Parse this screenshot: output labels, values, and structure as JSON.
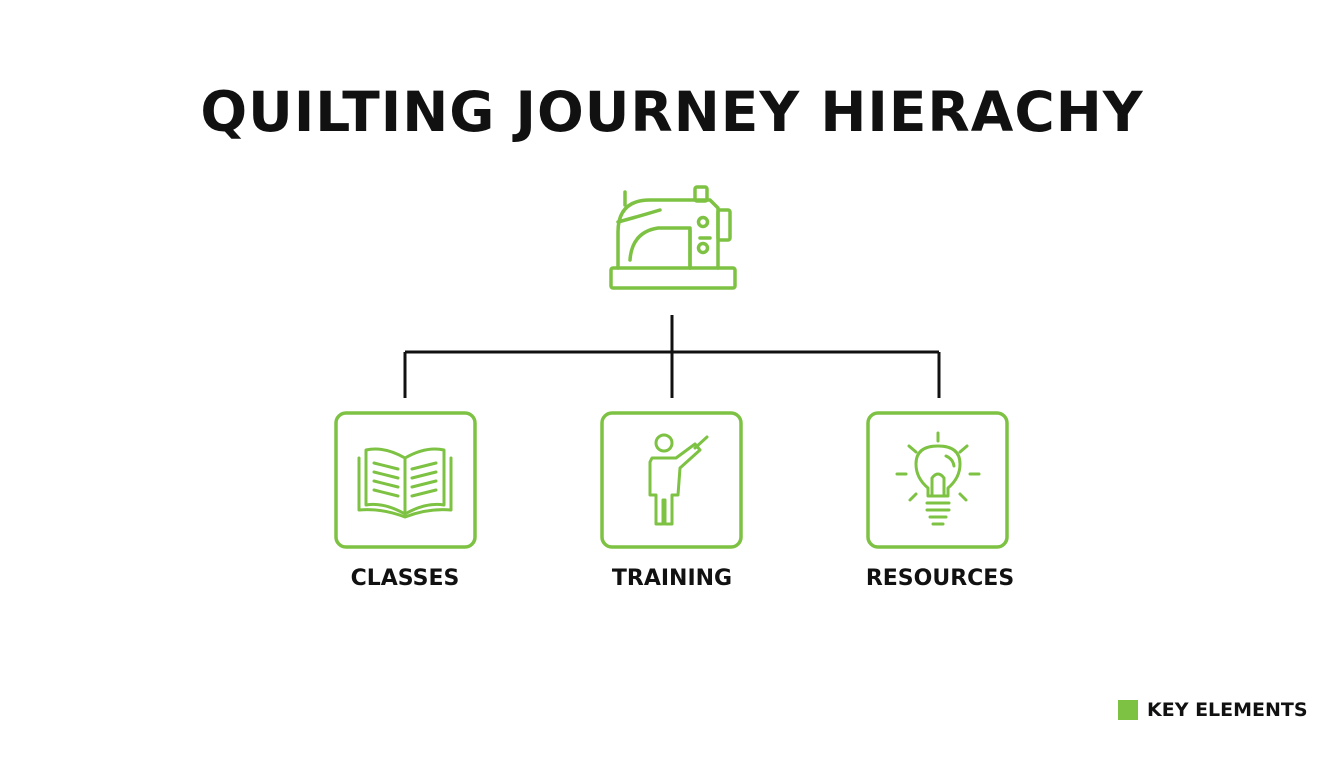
{
  "title": "QUILTING JOURNEY HIERACHY",
  "root": {
    "icon": "sewing-machine-icon"
  },
  "children": [
    {
      "label": "CLASSES",
      "icon": "open-book-icon"
    },
    {
      "label": "TRAINING",
      "icon": "instructor-pointing-icon"
    },
    {
      "label": "RESOURCES",
      "icon": "lightbulb-icon"
    }
  ],
  "legend": {
    "label": "KEY ELEMENTS",
    "color": "#7DC242"
  },
  "colors": {
    "accent": "#7DC242",
    "connector": "#111111",
    "text": "#111111"
  }
}
